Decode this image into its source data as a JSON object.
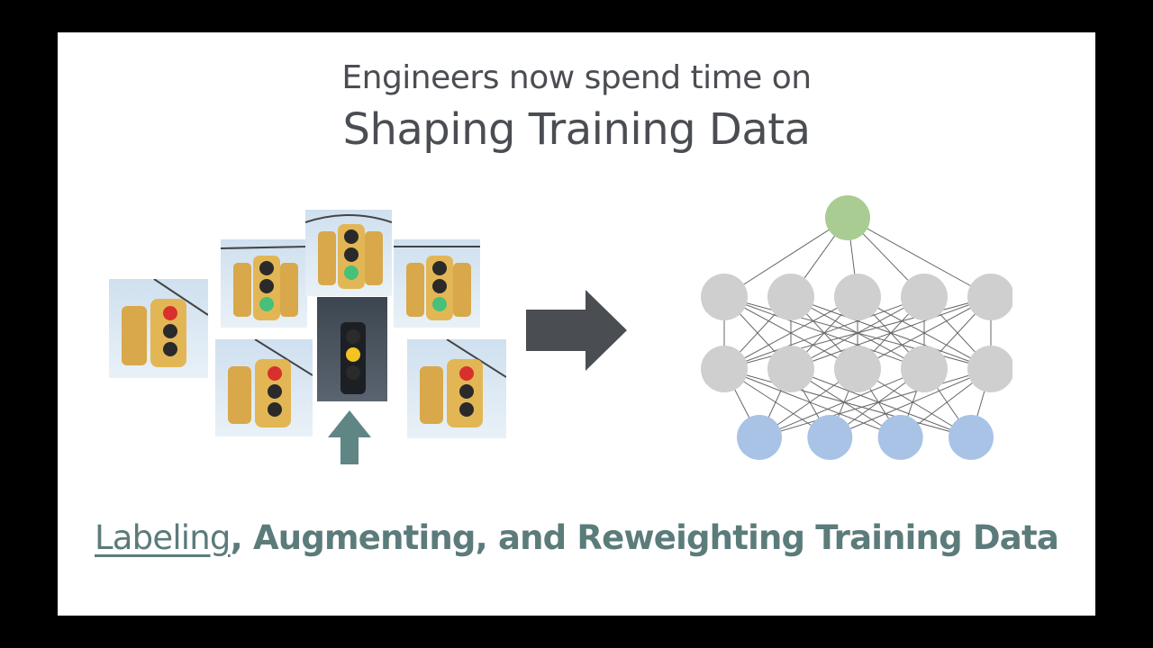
{
  "slide": {
    "title_line1": "Engineers now spend time on",
    "title_line2": "Shaping Training Data",
    "caption_underlined": "Labeling",
    "caption_rest": ", Augmenting, and Reweighting Training Data"
  },
  "images": [
    {
      "name": "traffic-light-photo-red",
      "lit": "red"
    },
    {
      "name": "traffic-light-photo-green",
      "lit": "green"
    },
    {
      "name": "traffic-light-photo-green",
      "lit": "green"
    },
    {
      "name": "traffic-light-photo-green",
      "lit": "green"
    },
    {
      "name": "traffic-light-photo-red",
      "lit": "red"
    },
    {
      "name": "traffic-light-photo-yellow",
      "lit": "yellow"
    },
    {
      "name": "traffic-light-photo-red",
      "lit": "red"
    }
  ],
  "network": {
    "layers": [
      1,
      5,
      5,
      4
    ],
    "colors": {
      "output": "#a9cc93",
      "hidden": "#cfcfcf",
      "input": "#a9c3e6",
      "edge": "#666666"
    }
  },
  "colors": {
    "title": "#4a4d52",
    "caption": "#5c7b7b",
    "arrow_dark": "#4a4d52",
    "arrow_teal": "#5f8585",
    "background": "#ffffff",
    "frame": "#000000"
  }
}
